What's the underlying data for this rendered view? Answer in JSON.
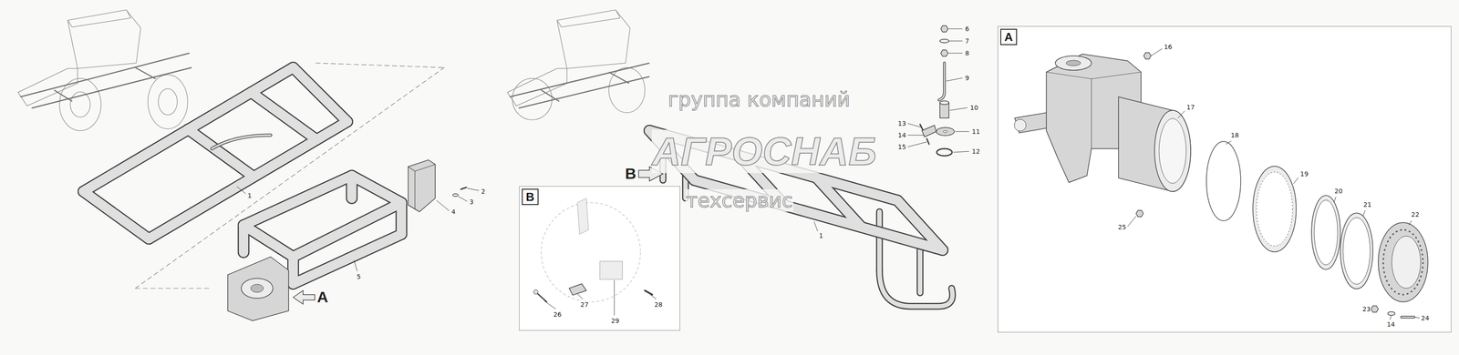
{
  "diagram": {
    "nodes": [
      {
        "text": [
          "В"
        ]
      },
      {
        "text": [
          "А"
        ]
      }
    ],
    "labels": [
      "1",
      "2",
      "3",
      "4",
      "5",
      "А",
      "группа компаний",
      "АГРОСНАБ",
      "техсервис",
      "6",
      "7",
      "8",
      "9",
      "10",
      "11",
      "12",
      "13",
      "14",
      "15",
      "1",
      "В",
      "26",
      "27",
      "28",
      "29",
      "16",
      "17",
      "18",
      "19",
      "20",
      "21",
      "22",
      "25",
      "23",
      "14",
      "24"
    ]
  }
}
